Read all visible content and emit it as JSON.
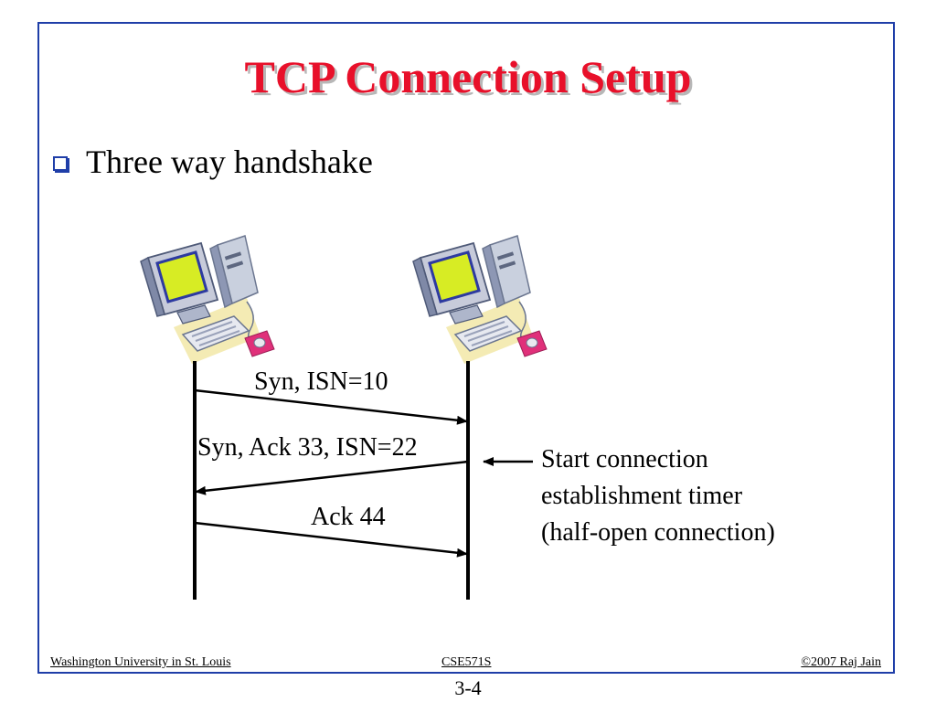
{
  "slide": {
    "title": "TCP Connection Setup",
    "bullet": "Three way handshake"
  },
  "diagram": {
    "hosts": [
      {
        "icon": "desktop-computer-icon"
      },
      {
        "icon": "desktop-computer-icon"
      }
    ],
    "messages": [
      {
        "label": "Syn, ISN=10",
        "direction": "left-to-right"
      },
      {
        "label": "Syn, Ack 33, ISN=22",
        "direction": "right-to-left"
      },
      {
        "label": "Ack 44",
        "direction": "left-to-right"
      }
    ],
    "note": {
      "line1": "Start connection",
      "line2": "establishment timer",
      "line3": "(half-open connection)"
    }
  },
  "footer": {
    "left": "Washington University in St. Louis",
    "center": "CSE571S",
    "right": "©2007 Raj Jain",
    "page": "3-4"
  },
  "colors": {
    "title": "#e8102a",
    "frame": "#1f3ea8",
    "screen": "#d7ec24",
    "mousepad": "#e0307a"
  }
}
